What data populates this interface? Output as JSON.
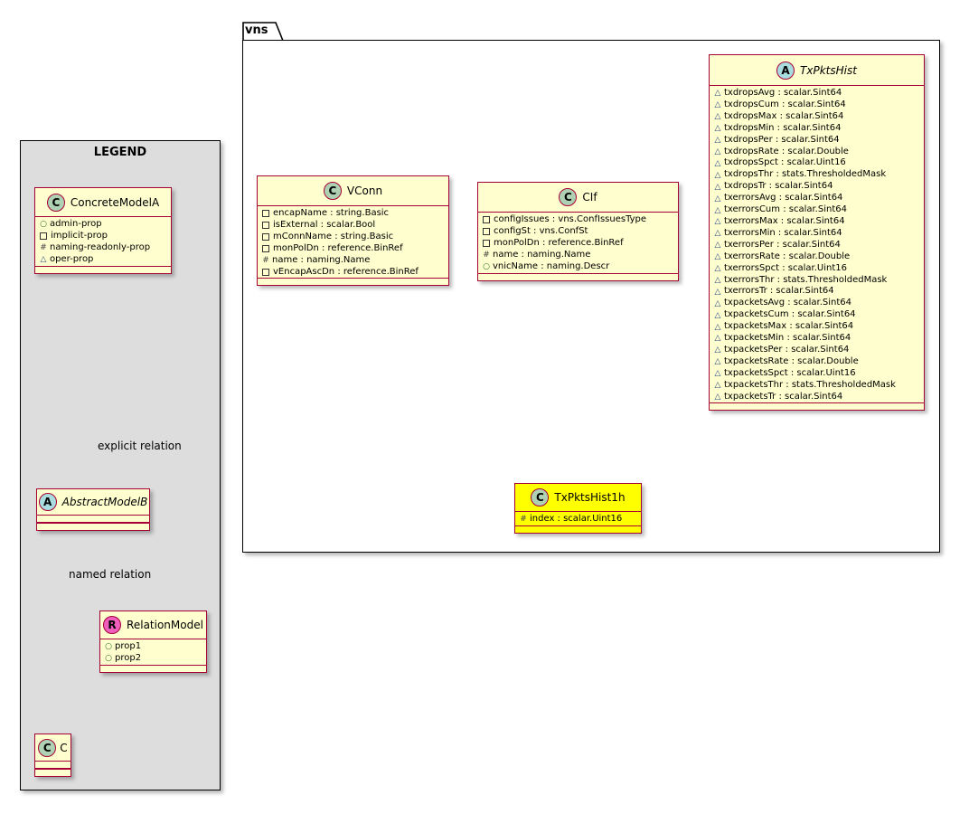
{
  "legend": {
    "title": "LEGEND",
    "concrete": {
      "name": "ConcreteModelA",
      "stereotype": "C",
      "props": [
        {
          "vis": "+",
          "text": "admin-prop"
        },
        {
          "vis": "-",
          "text": "implicit-prop"
        },
        {
          "vis": "#",
          "text": "naming-readonly-prop"
        },
        {
          "vis": "~",
          "text": "oper-prop"
        }
      ]
    },
    "abstract": {
      "name": "AbstractModelB",
      "stereotype": "A"
    },
    "relation": {
      "name": "RelationModel",
      "stereotype": "R",
      "props": [
        {
          "vis": "+",
          "text": "prop1"
        },
        {
          "vis": "+",
          "text": "prop2"
        }
      ]
    },
    "c": {
      "name": "C",
      "stereotype": "C"
    },
    "explicit_label": "explicit relation",
    "named_label": "named relation"
  },
  "package": {
    "name": "vns"
  },
  "classes": {
    "vconn": {
      "name": "VConn",
      "stereotype": "C",
      "props": [
        {
          "vis": "-",
          "text": "encapName : string.Basic"
        },
        {
          "vis": "-",
          "text": "isExternal : scalar.Bool"
        },
        {
          "vis": "-",
          "text": "mConnName : string.Basic"
        },
        {
          "vis": "-",
          "text": "monPolDn : reference.BinRef"
        },
        {
          "vis": "#",
          "text": "name : naming.Name"
        },
        {
          "vis": "-",
          "text": "vEncapAscDn : reference.BinRef"
        }
      ]
    },
    "cif": {
      "name": "CIf",
      "stereotype": "C",
      "props": [
        {
          "vis": "-",
          "text": "configIssues : vns.ConfIssuesType"
        },
        {
          "vis": "-",
          "text": "configSt : vns.ConfSt"
        },
        {
          "vis": "-",
          "text": "monPolDn : reference.BinRef"
        },
        {
          "vis": "#",
          "text": "name : naming.Name"
        },
        {
          "vis": "+",
          "text": "vnicName : naming.Descr"
        }
      ]
    },
    "txpktshist": {
      "name": "TxPktsHist",
      "stereotype": "A",
      "props": [
        {
          "vis": "~",
          "text": "txdropsAvg : scalar.Sint64"
        },
        {
          "vis": "~",
          "text": "txdropsCum : scalar.Sint64"
        },
        {
          "vis": "~",
          "text": "txdropsMax : scalar.Sint64"
        },
        {
          "vis": "~",
          "text": "txdropsMin : scalar.Sint64"
        },
        {
          "vis": "~",
          "text": "txdropsPer : scalar.Sint64"
        },
        {
          "vis": "~",
          "text": "txdropsRate : scalar.Double"
        },
        {
          "vis": "~",
          "text": "txdropsSpct : scalar.Uint16"
        },
        {
          "vis": "~",
          "text": "txdropsThr : stats.ThresholdedMask"
        },
        {
          "vis": "~",
          "text": "txdropsTr : scalar.Sint64"
        },
        {
          "vis": "~",
          "text": "txerrorsAvg : scalar.Sint64"
        },
        {
          "vis": "~",
          "text": "txerrorsCum : scalar.Sint64"
        },
        {
          "vis": "~",
          "text": "txerrorsMax : scalar.Sint64"
        },
        {
          "vis": "~",
          "text": "txerrorsMin : scalar.Sint64"
        },
        {
          "vis": "~",
          "text": "txerrorsPer : scalar.Sint64"
        },
        {
          "vis": "~",
          "text": "txerrorsRate : scalar.Double"
        },
        {
          "vis": "~",
          "text": "txerrorsSpct : scalar.Uint16"
        },
        {
          "vis": "~",
          "text": "txerrorsThr : stats.ThresholdedMask"
        },
        {
          "vis": "~",
          "text": "txerrorsTr : scalar.Sint64"
        },
        {
          "vis": "~",
          "text": "txpacketsAvg : scalar.Sint64"
        },
        {
          "vis": "~",
          "text": "txpacketsCum : scalar.Sint64"
        },
        {
          "vis": "~",
          "text": "txpacketsMax : scalar.Sint64"
        },
        {
          "vis": "~",
          "text": "txpacketsMin : scalar.Sint64"
        },
        {
          "vis": "~",
          "text": "txpacketsPer : scalar.Sint64"
        },
        {
          "vis": "~",
          "text": "txpacketsRate : scalar.Double"
        },
        {
          "vis": "~",
          "text": "txpacketsSpct : scalar.Uint16"
        },
        {
          "vis": "~",
          "text": "txpacketsThr : stats.ThresholdedMask"
        },
        {
          "vis": "~",
          "text": "txpacketsTr : scalar.Sint64"
        }
      ]
    },
    "txpktshist1h": {
      "name": "TxPktsHist1h",
      "stereotype": "C",
      "props": [
        {
          "vis": "#",
          "text": "index : scalar.Uint16"
        }
      ]
    }
  },
  "colors": {
    "border": "#a80036",
    "class_fill": "#fefece",
    "highlight_fill": "#ffff00",
    "legend_fill": "#dddddd",
    "circle_class": "#add1b2",
    "circle_abstract": "#a9dcdf",
    "circle_relation": "#ee5ebc"
  }
}
